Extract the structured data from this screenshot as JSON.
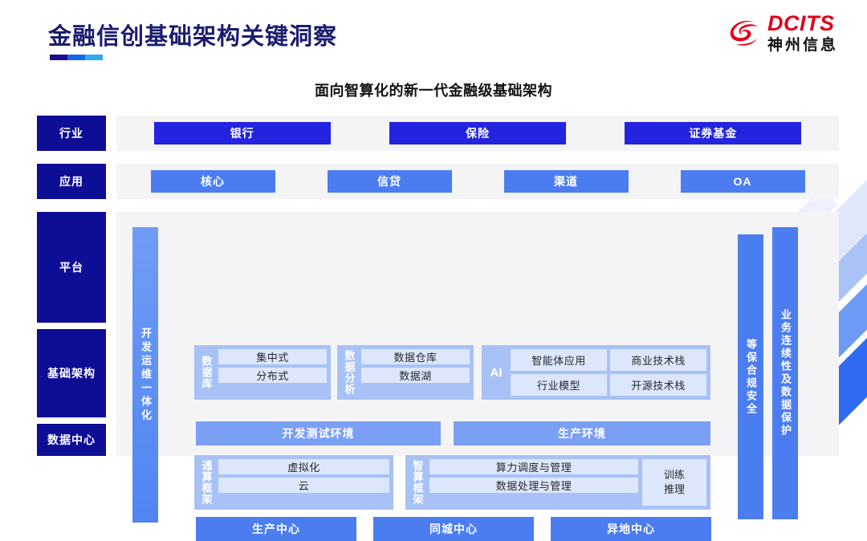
{
  "header": {
    "title": "金融信创基础架构关键洞察",
    "logo": {
      "en": "DCITS",
      "cn": "神州信息",
      "mark": "swirl-logo-icon",
      "red": "#e2001a"
    }
  },
  "subtitle": "面向智算化的新一代金融级基础架构",
  "colors": {
    "navy": "#0d0d96",
    "vivid_blue": "#2323e0",
    "blue": "#4b7df0",
    "light_blue": "#a8c2f7",
    "pale_blue": "#dce7fb",
    "panel_grey": "#f4f4f6"
  },
  "diagram": {
    "layers": [
      {
        "label": "行业"
      },
      {
        "label": "应用"
      },
      {
        "label": "平台"
      },
      {
        "label": "基础架构"
      },
      {
        "label": "数据中心"
      }
    ],
    "industry_row": [
      "银行",
      "保险",
      "证券基金"
    ],
    "application_row": [
      "核心",
      "信贷",
      "渠道",
      "OA"
    ],
    "devops_bar": "开发运维一体化",
    "side_bars": [
      "等保合规安全",
      "业务连续性及数据保护"
    ],
    "platform_groups": [
      {
        "label": "数据库",
        "cells": [
          "集中式",
          "分布式"
        ]
      },
      {
        "label": "数据分析",
        "cells": [
          "数据仓库",
          "数据湖"
        ]
      },
      {
        "label": "AI",
        "cells": [
          "智能体应用",
          "商业技术栈",
          "行业模型",
          "开源技术栈"
        ]
      }
    ],
    "environments": [
      "开发测试环境",
      "生产环境"
    ],
    "compute_groups": [
      {
        "label": "通算框架",
        "cells": [
          "虚拟化",
          "云"
        ]
      },
      {
        "label": "智算框架",
        "cells": [
          "算力调度与管理",
          "数据处理与管理"
        ],
        "aside_line1": "训练",
        "aside_line2": "推理"
      }
    ],
    "data_centers": [
      "生产中心",
      "同城中心",
      "异地中心"
    ]
  }
}
